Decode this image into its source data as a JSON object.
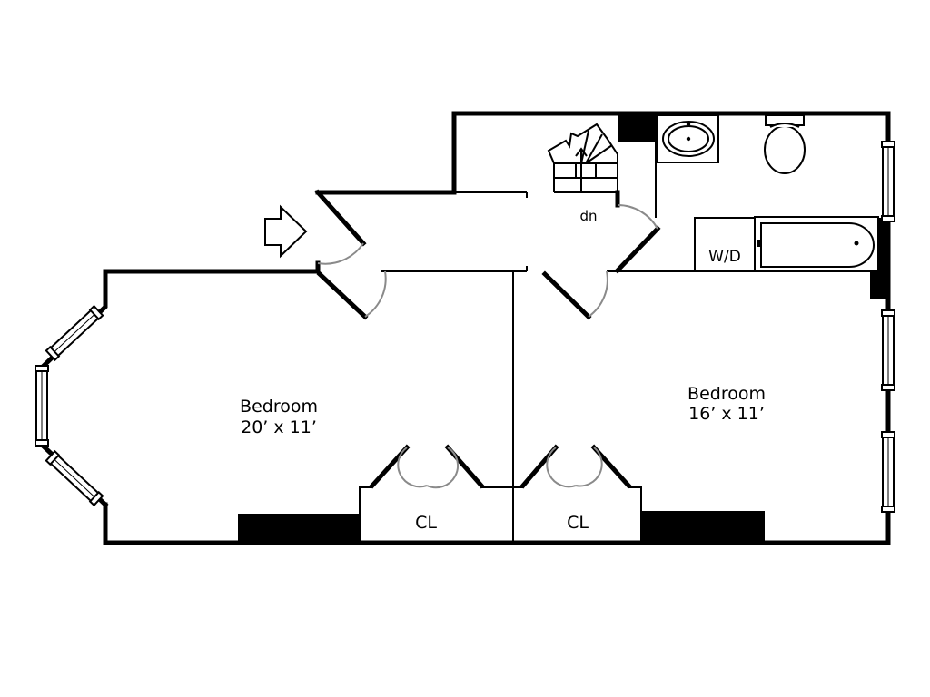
{
  "rooms": {
    "bedroom_left": {
      "name": "Bedroom",
      "size": "20’ x 11’"
    },
    "bedroom_right": {
      "name": "Bedroom",
      "size": "16’ x 11’"
    }
  },
  "closets": {
    "left_label": "CL",
    "right_label": "CL"
  },
  "stairs_label": "dn",
  "laundry_label": "W/D"
}
